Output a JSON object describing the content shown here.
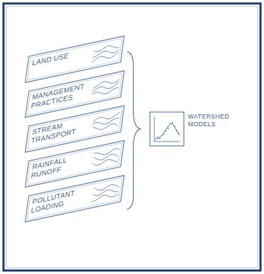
{
  "diagram": {
    "nodes": [
      {
        "text": [
          "LAND USE"
        ]
      },
      {
        "text": [
          "MANAGEMENT PRACTICES"
        ]
      },
      {
        "text": [
          "STREAM TRANSPORT"
        ]
      },
      {
        "text": [
          "RAINFALL RUNOFF"
        ]
      },
      {
        "text": [
          "POLLUTANT LOADING"
        ]
      },
      {
        "text": [
          "WATERSHED MODELS"
        ]
      }
    ]
  }
}
